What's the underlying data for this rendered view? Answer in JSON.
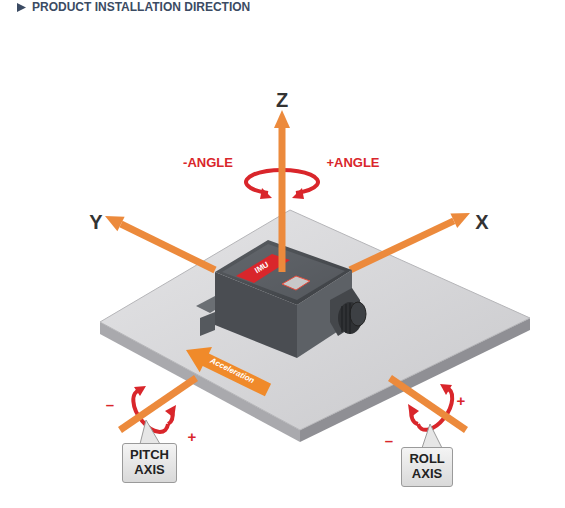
{
  "diagram": {
    "title": "PRODUCT INSTALLATION DIRECTION",
    "nodes": [
      {
        "text": [
          "PITCH AXIS"
        ]
      },
      {
        "text": [
          "ROLL AXIS"
        ]
      }
    ],
    "edges": [],
    "labels": [
      "Z",
      "Y",
      "X",
      "-ANGLE",
      "+ANGLE",
      "Acceleration",
      "IMU",
      "–",
      "+",
      "–",
      "+"
    ]
  }
}
